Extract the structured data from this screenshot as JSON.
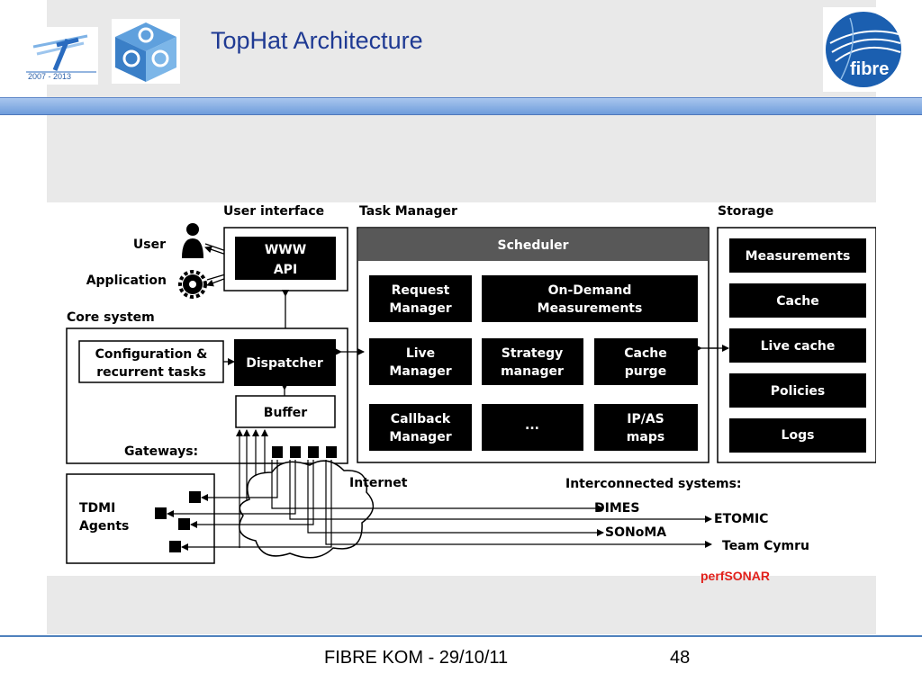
{
  "slide": {
    "title": "TopHat Architecture",
    "footer": "FIBRE KOM - 29/10/11",
    "page_number": "48",
    "link_text": "perfSONAR",
    "link_color": "#e2211c",
    "title_color": "#1f3a93"
  },
  "logos": {
    "fp7_years": "2007 - 2013",
    "fibre_word": "fibre"
  },
  "diagram": {
    "section_labels": {
      "user_interface": "User interface",
      "task_manager": "Task Manager",
      "storage": "Storage",
      "core_system": "Core system",
      "gateways": "Gateways:",
      "internet": "Internet",
      "interconnected": "Interconnected systems:"
    },
    "actors": {
      "user": "User",
      "application": "Application"
    },
    "ui_boxes": {
      "www": "WWW",
      "api": "API"
    },
    "scheduler": "Scheduler",
    "task_boxes": {
      "request_manager": [
        "Request",
        "Manager"
      ],
      "on_demand": [
        "On-Demand",
        "Measurements"
      ],
      "live_manager": [
        "Live",
        "Manager"
      ],
      "strategy_manager": [
        "Strategy",
        "manager"
      ],
      "cache_purge": [
        "Cache",
        "purge"
      ],
      "callback_manager": [
        "Callback",
        "Manager"
      ],
      "ellipsis": "...",
      "ipas_maps": [
        "IP/AS",
        "maps"
      ]
    },
    "storage_items": [
      "Measurements",
      "Cache",
      "Live cache",
      "Policies",
      "Logs"
    ],
    "core": {
      "config": [
        "Configuration &",
        "recurrent tasks"
      ],
      "dispatcher": "Dispatcher",
      "buffer": "Buffer"
    },
    "tdmi": [
      "TDMI",
      "Agents"
    ],
    "systems": [
      "DIMES",
      "ETOMIC",
      "SONoMA",
      "Team Cymru"
    ]
  }
}
